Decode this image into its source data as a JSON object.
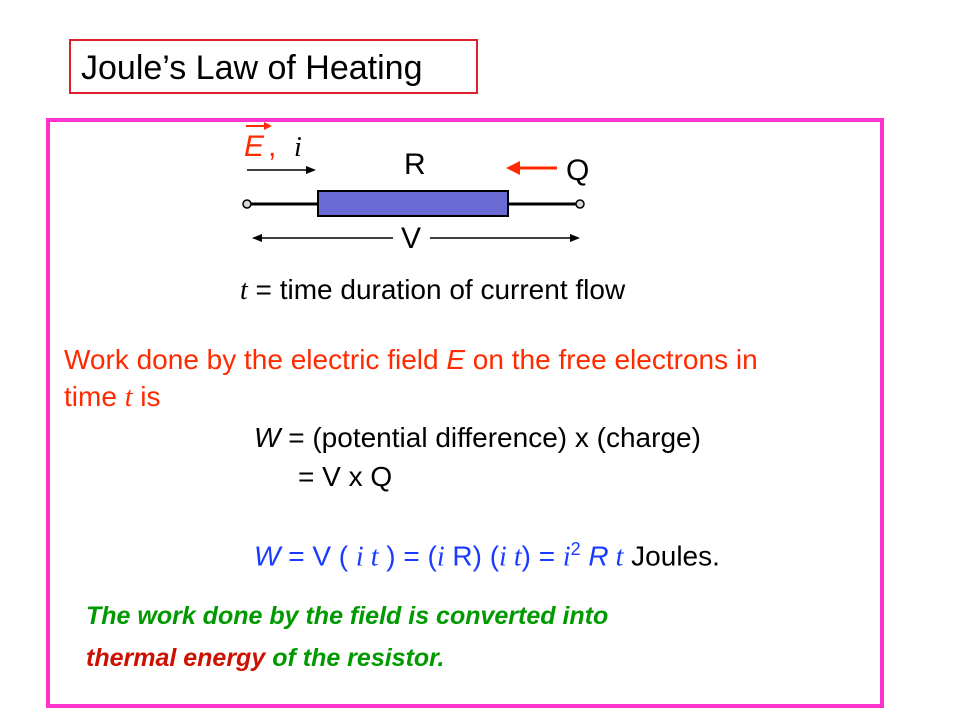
{
  "title": "Joule’s Law of Heating",
  "colors": {
    "title_border": "#e0202a",
    "frame_border": "#ff33cc",
    "resistor_fill": "#6b6bd6",
    "red_text": "#ff2a00",
    "blue_text": "#1a3aff",
    "green_text": "#009900"
  },
  "diagram": {
    "field_symbol": "E",
    "comma": ",",
    "current_symbol": "i",
    "resistor_label": "R",
    "charge_label": "Q",
    "voltage_label": "V"
  },
  "time_definition": {
    "symbol": "t",
    "text": " = time duration of current flow"
  },
  "intro": {
    "line1_before": "Work done by the electric field ",
    "line1_symbol": "E",
    "line1_after": " on the free electrons in",
    "line2_before": "time ",
    "line2_symbol": "t",
    "line2_after": " is"
  },
  "equation1": {
    "lhs": "W",
    "rhs": " = (potential difference) x (charge)"
  },
  "equation2": "= V x Q",
  "equation3": {
    "w": "W",
    "p1": " = V ( ",
    "i1": "i",
    "t1": " t",
    "p2": " ) = (",
    "i2": "i",
    "p3": " R) (",
    "i3": "i",
    "t3": " t",
    "p4": ") = ",
    "i4": "i",
    "sup": "2",
    "r": " R",
    "t4": " t",
    "joules": " Joules."
  },
  "conclusion": {
    "line1": "The work done by the field is converted into",
    "line2_highlight": "thermal energy",
    "line2_rest": " of the resistor."
  }
}
